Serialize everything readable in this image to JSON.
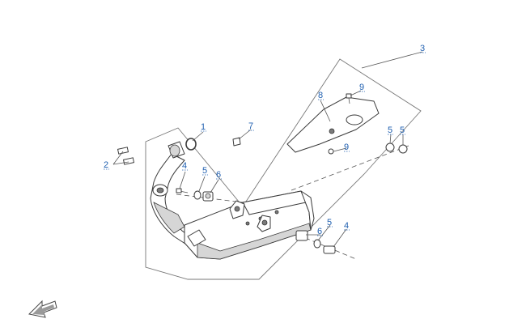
{
  "diagram": {
    "accent_color": "#1f5fb0",
    "callouts": [
      {
        "id": "c1",
        "label": "1"
      },
      {
        "id": "c2",
        "label": "2"
      },
      {
        "id": "c3",
        "label": "3"
      },
      {
        "id": "c4a",
        "label": "4"
      },
      {
        "id": "c4b",
        "label": "4"
      },
      {
        "id": "c5a",
        "label": "5"
      },
      {
        "id": "c5b",
        "label": "5"
      },
      {
        "id": "c5c",
        "label": "5"
      },
      {
        "id": "c5d",
        "label": "5"
      },
      {
        "id": "c6a",
        "label": "6"
      },
      {
        "id": "c6b",
        "label": "6"
      },
      {
        "id": "c7",
        "label": "7"
      },
      {
        "id": "c8",
        "label": "8"
      },
      {
        "id": "c9a",
        "label": "9"
      },
      {
        "id": "c9b",
        "label": "9"
      }
    ],
    "direction_icon": "fwd-arrow-icon"
  }
}
